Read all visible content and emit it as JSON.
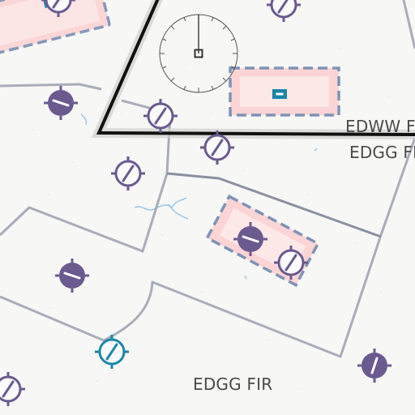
{
  "map": {
    "colors": {
      "background": "#f7f7f6",
      "border_line": "#a9adb8",
      "border_line_dark": "#8a90a0",
      "fir_boundary": "#111111",
      "fir_halo": "#cfcfcf",
      "restricted_fill": "#fbd5d5",
      "restricted_outline": "#7f93b5",
      "navaid_purple": "#6b5a8e",
      "navaid_teal": "#1b87a8",
      "water": "#9cc6e6",
      "label_text": "#4a4a4a"
    },
    "labels": {
      "edww_fir": "EDWW FIR",
      "edgg_fir_upper": "EDGG FIR",
      "edgg_fir_lower": "EDGG FIR"
    },
    "icons": {
      "compass_rose": "compass-rose-icon",
      "navaid_filled": "vor-filled-icon",
      "navaid_hollow": "vor-hollow-icon",
      "navaid_teal": "vor-teal-icon",
      "restricted_marker": "restricted-area-marker-icon"
    }
  }
}
